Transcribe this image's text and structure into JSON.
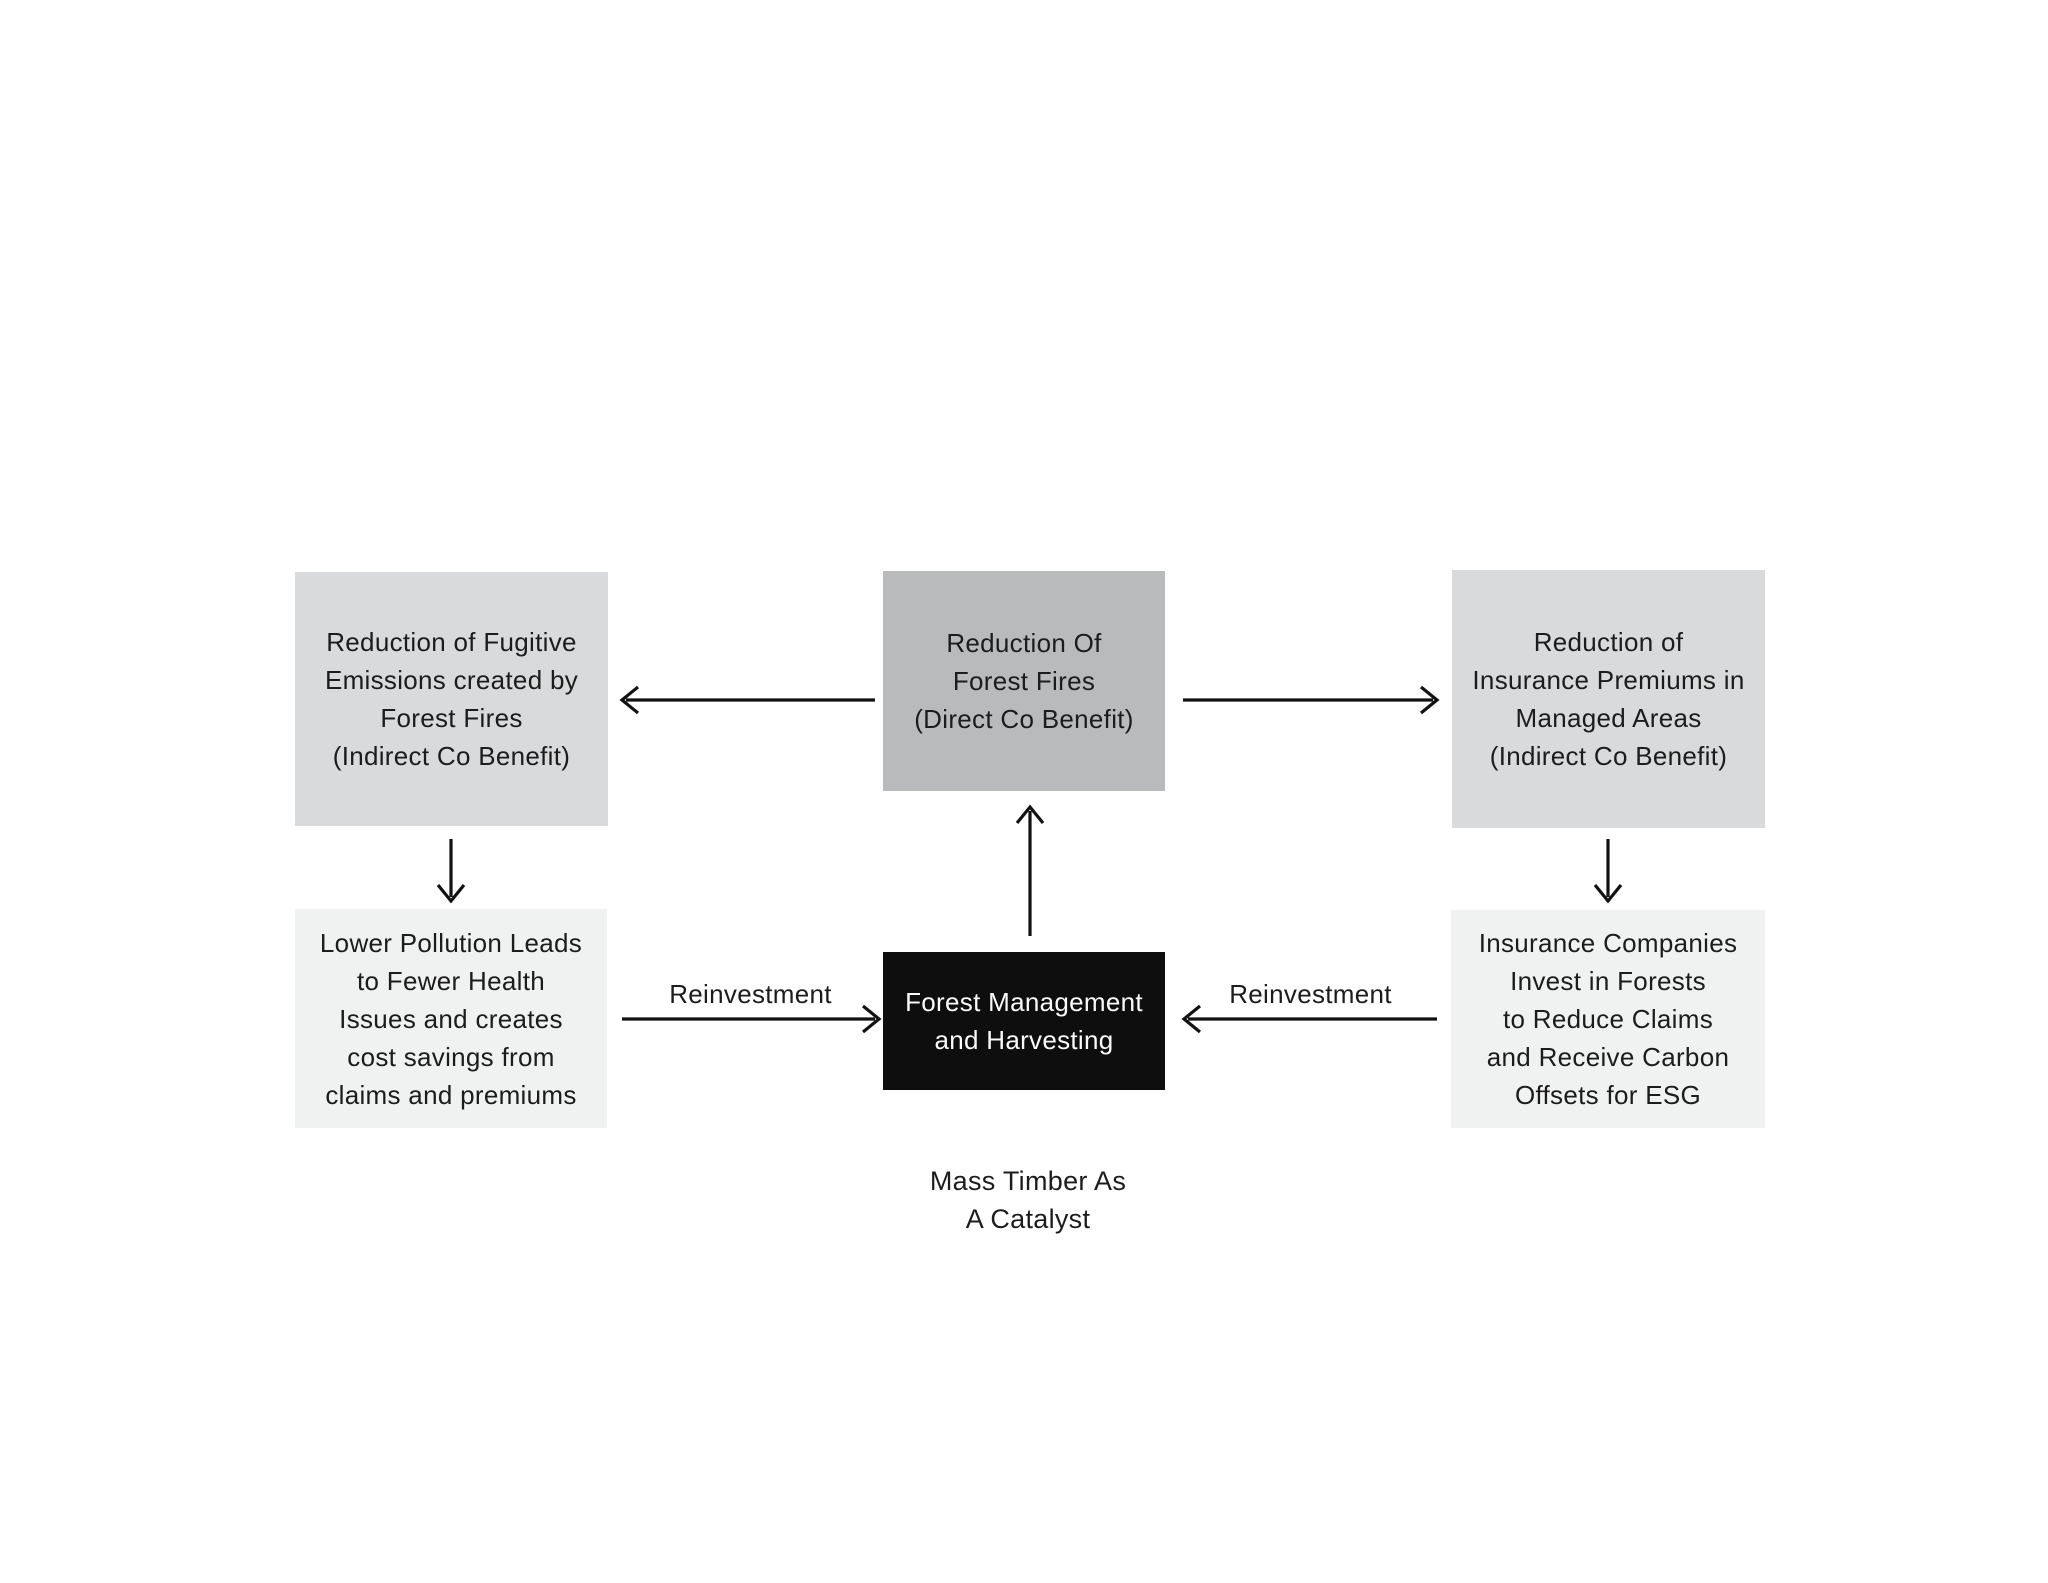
{
  "diagram": {
    "title": "Mass Timber As\nA Catalyst",
    "colors": {
      "background": "#ffffff",
      "box_light_gray": "#d9dadb",
      "box_medium_gray": "#b9babc",
      "box_lightest_gray": "#f0f1f1",
      "box_black": "#0e0e0e",
      "text_dark": "#1c1c1c",
      "text_light": "#fafafa",
      "arrow": "#121212"
    },
    "nodes": {
      "fugitive_emissions": {
        "text": "Reduction of Fugitive\nEmissions created by\nForest Fires\n(Indirect Co Benefit)"
      },
      "forest_fires": {
        "text": "Reduction Of\nForest Fires\n(Direct Co Benefit)"
      },
      "insurance_premiums": {
        "text": "Reduction of\nInsurance Premiums in\nManaged Areas\n(Indirect Co Benefit)"
      },
      "lower_pollution": {
        "text": "Lower Pollution Leads\nto Fewer Health\nIssues and creates\ncost savings from\nclaims and premiums"
      },
      "forest_management": {
        "text": "Forest Management\nand Harvesting"
      },
      "insurance_companies": {
        "text": "Insurance Companies\nInvest in Forests\nto Reduce Claims\nand  Receive Carbon\nOffsets for ESG"
      }
    },
    "arrow_labels": {
      "reinvestment_left": "Reinvestment",
      "reinvestment_right": "Reinvestment"
    }
  }
}
